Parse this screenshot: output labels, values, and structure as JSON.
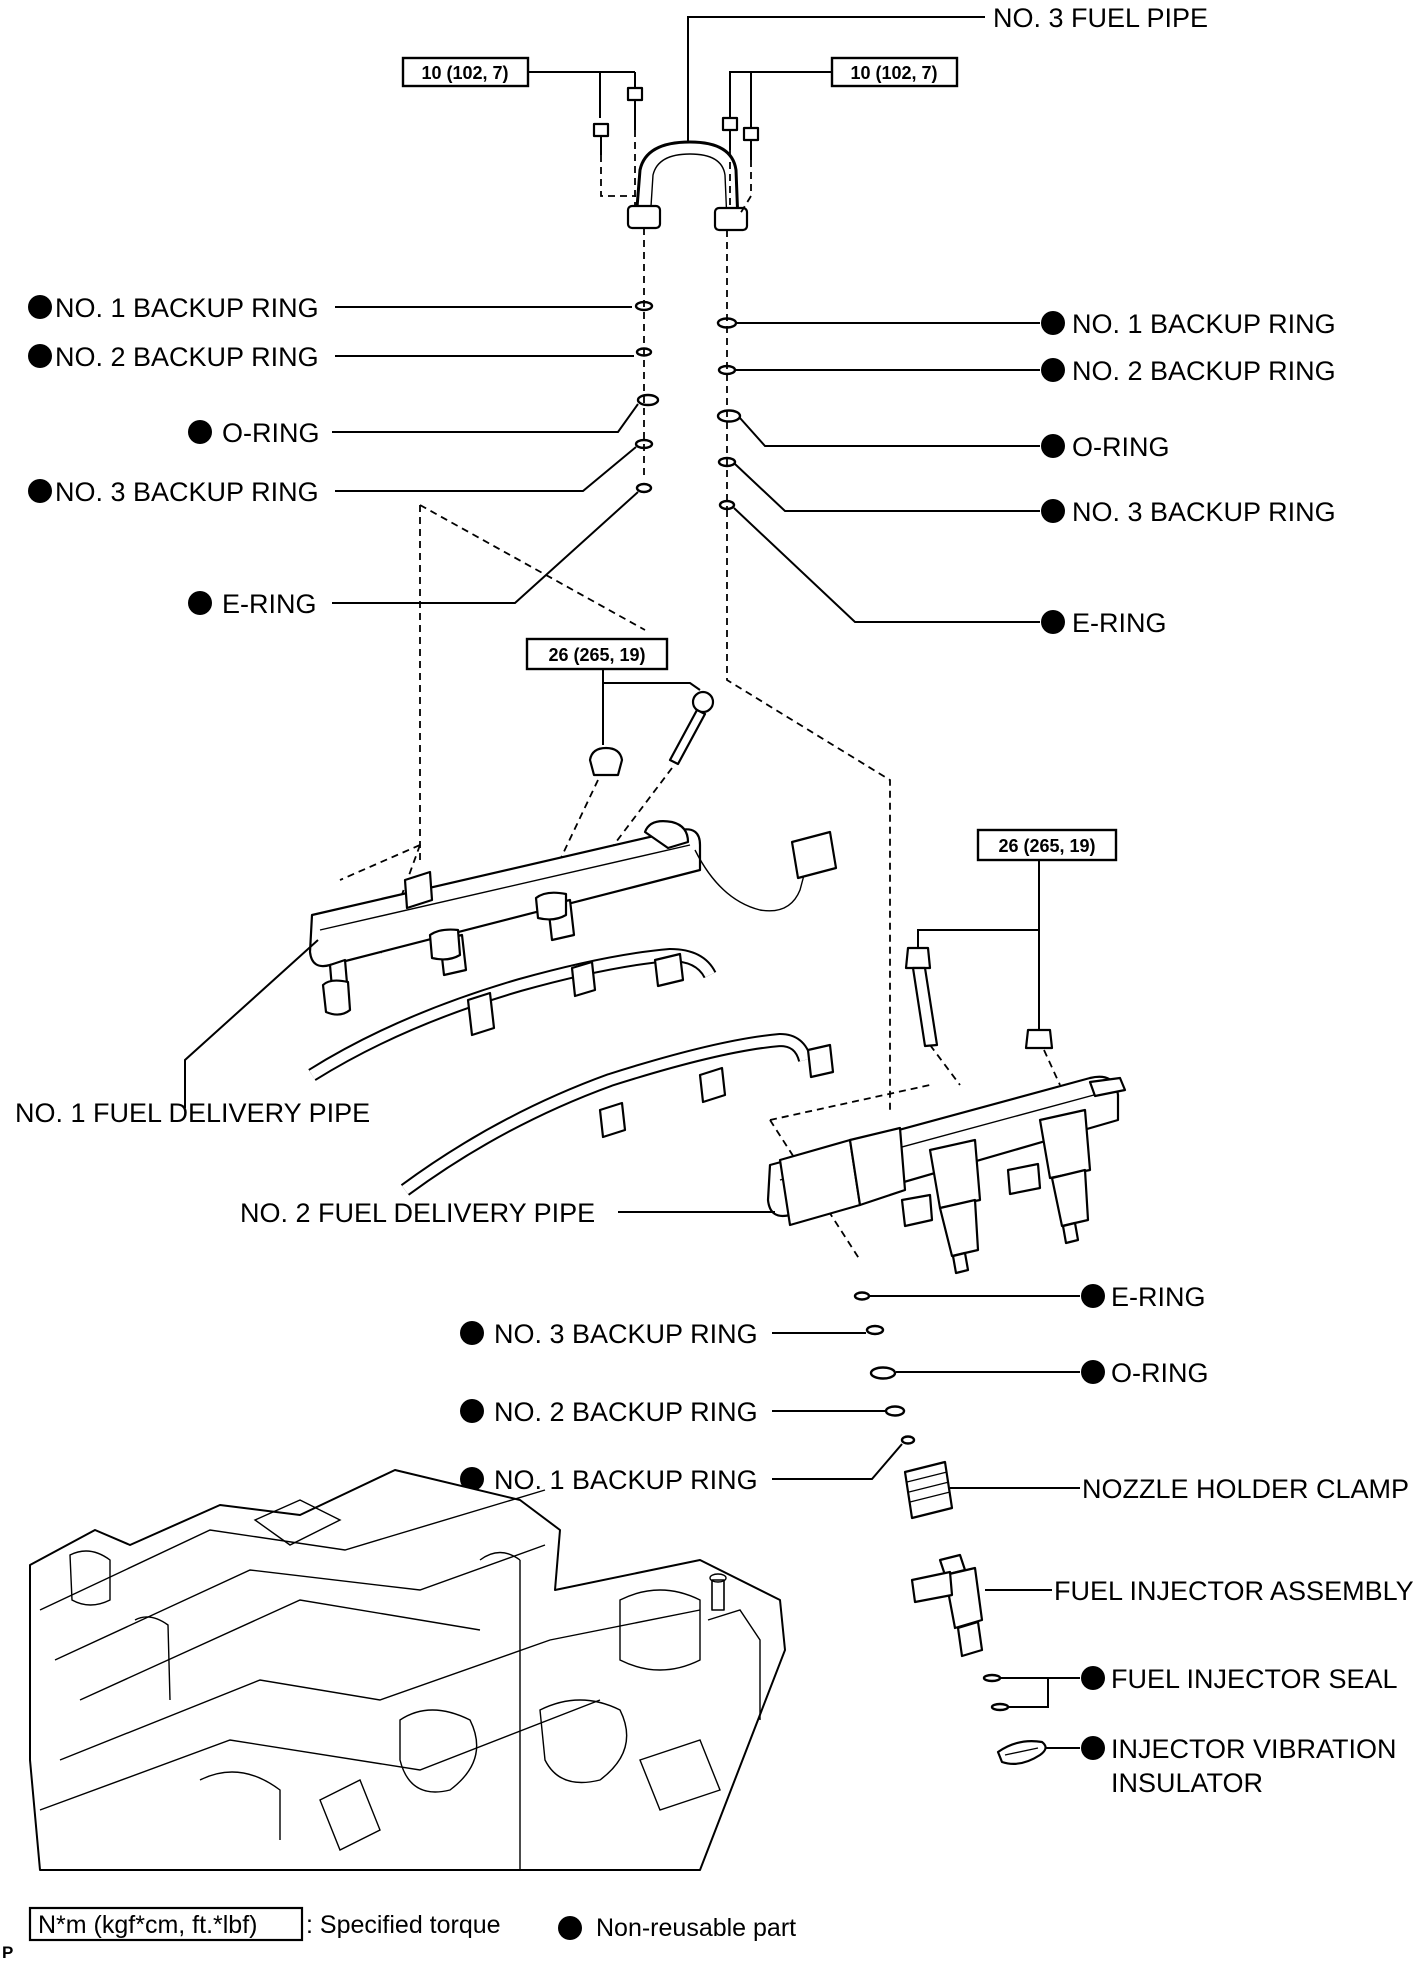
{
  "torque": {
    "pipe_left": "10 (102, 7)",
    "pipe_right": "10 (102, 7)",
    "rail1": "26 (265, 19)",
    "rail2": "26 (265, 19)"
  },
  "labels": {
    "no3_fuel_pipe": "NO. 3 FUEL PIPE",
    "left_no1_backup": "NO. 1 BACKUP RING",
    "left_no2_backup": "NO. 2 BACKUP RING",
    "left_oring": "O-RING",
    "left_no3_backup": "NO. 3 BACKUP RING",
    "left_ering": "E-RING",
    "right_no1_backup": "NO. 1 BACKUP RING",
    "right_no2_backup": "NO. 2 BACKUP RING",
    "right_oring": "O-RING",
    "right_no3_backup": "NO. 3 BACKUP RING",
    "right_ering": "E-RING",
    "no1_fuel_delivery_pipe": "NO. 1 FUEL DELIVERY PIPE",
    "no2_fuel_delivery_pipe": "NO. 2 FUEL DELIVERY PIPE",
    "lower_ering": "E-RING",
    "lower_no3_backup": "NO. 3 BACKUP RING",
    "lower_oring": "O-RING",
    "lower_no2_backup": "NO. 2 BACKUP RING",
    "lower_no1_backup": "NO. 1 BACKUP RING",
    "nozzle_holder_clamp": "NOZZLE HOLDER CLAMP",
    "fuel_injector_assembly": "FUEL INJECTOR ASSEMBLY",
    "fuel_injector_seal": "FUEL INJECTOR SEAL",
    "injector_vibration_insulator_1": "INJECTOR VIBRATION",
    "injector_vibration_insulator_2": "INSULATOR"
  },
  "legend": {
    "torque_box": "N*m (kgf*cm, ft.*lbf)",
    "torque_desc": ": Specified torque",
    "nonreusable_desc": "Non-reusable part"
  },
  "corner_mark": "P"
}
